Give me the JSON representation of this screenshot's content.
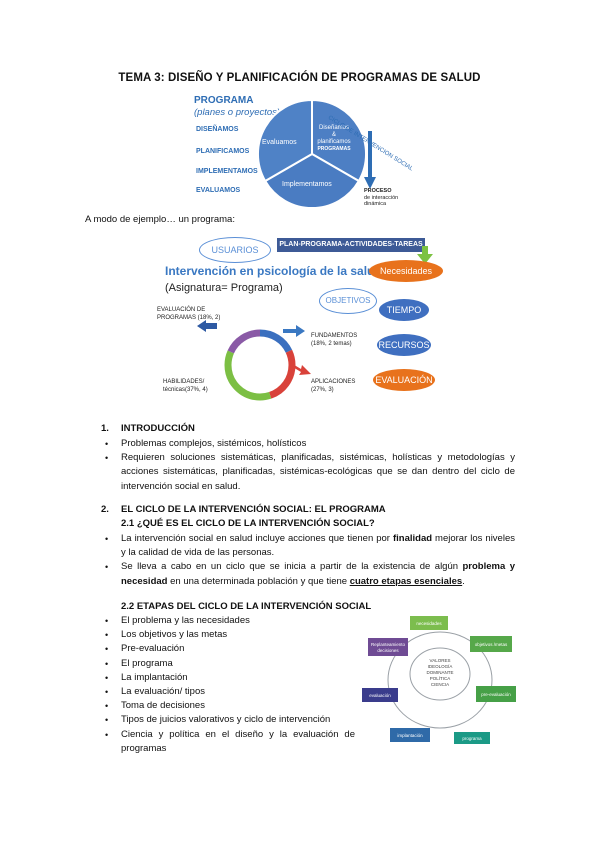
{
  "title": "TEMA 3: DISEÑO Y PLANIFICACIÓN DE PROGRAMAS DE SALUD",
  "cycle_figure": {
    "programa": "PROGRAMA",
    "planes": "(planes o proyectos)",
    "verbs": [
      "DISEÑAMOS",
      "PLANIFICAMOS",
      "IMPLEMENTAMOS",
      "EVALUAMOS"
    ],
    "segments": {
      "evaluamos": "Evaluamos",
      "disenamos_1": "Diseñamos",
      "disenamos_2": "&",
      "disenamos_3": "planificamos",
      "disenamos_4": "PROGRAMAS",
      "implementamos": "Implementamos"
    },
    "arc_label": "CICLO DE INTERVENCION SOCIAL",
    "proceso": [
      "PROCESO",
      "de interacción",
      "dinámica"
    ]
  },
  "example_intro": "A modo de ejemplo… un programa:",
  "example_figure": {
    "usuarios": "USUARIOS",
    "banner": "PLAN-PROGRAMA-ACTIVIDADES-TAREAS",
    "main_title": "Intervención en psicología de la salud",
    "subtitle": "(Asignatura= Programa)",
    "objetivos": "OBJETIVOS",
    "necesidades": "Necesidades",
    "tiempo": "TIEMPO",
    "recursos": "RECURSOS",
    "evaluacion": "EVALUACIÓN",
    "eval_programas": [
      "EVALUACIÓN DE",
      "PROGRAMAS (18%, 2)"
    ],
    "fundamentos": [
      "FUNDAMENTOS",
      "(18%, 2 temas)"
    ],
    "habilidades": [
      "HABILIDADES/",
      "técnicas(37%, 4)"
    ],
    "aplicaciones": [
      "APLICACIONES",
      "(27%, 3)"
    ]
  },
  "section1": {
    "number": "1.",
    "heading": "INTRODUCCIÓN",
    "bullets": [
      "Problemas complejos, sistémicos, holísticos",
      "Requieren soluciones sistemáticas, planificadas, sistémicas, holísticas y metodologías y acciones sistemáticas, planificadas, sistémicas-ecológicas que se dan dentro del ciclo de intervención social en salud."
    ]
  },
  "section2": {
    "number": "2.",
    "heading": "EL CICLO DE LA INTERVENCIÓN SOCIAL: EL PROGRAMA",
    "sub1": "2.1 ¿QUÉ ES EL CICLO DE LA INTERVENCIÓN SOCIAL?",
    "b1_pre": "La intervención social en salud incluye acciones que tienen por ",
    "b1_bold": "finalidad",
    "b1_post": " mejorar los niveles y la calidad de vida de las personas.",
    "b2_pre": "Se lleva a cabo en un ciclo que se inicia a partir de la existencia de algún ",
    "b2_bold1": "problema y necesidad",
    "b2_mid": " en una determinada población y que tiene ",
    "b2_underline": "cuatro etapas esenciales",
    "b2_post": ".",
    "sub2": "2.2 ETAPAS DEL CICLO DE LA INTERVENCIÓN SOCIAL",
    "stages": [
      "El problema y las necesidades",
      "Los objetivos y las metas",
      "Pre-evaluación",
      "El programa",
      "La implantación",
      "La evaluación/ tipos",
      "Toma de decisiones",
      "Tipos de juicios valorativos y ciclo de intervención",
      "Ciencia y política en el diseño y la evaluación de programas"
    ]
  },
  "stage_diagram": {
    "center": [
      "VALORES",
      "IDEOLOGÍA",
      "DOMINANTE",
      "POLÍTICA",
      "CIENCIA"
    ],
    "boxes": [
      "necesidades",
      "objetivos /metas",
      "pre-evaluación",
      "programa",
      "implantación",
      "evaluación",
      "Replanteamiento decisiones"
    ],
    "colors": [
      "#7cbd4e",
      "#56a84a",
      "#46a047",
      "#1b9a86",
      "#2f6aa8",
      "#3a3c8c",
      "#6f4b94"
    ]
  }
}
